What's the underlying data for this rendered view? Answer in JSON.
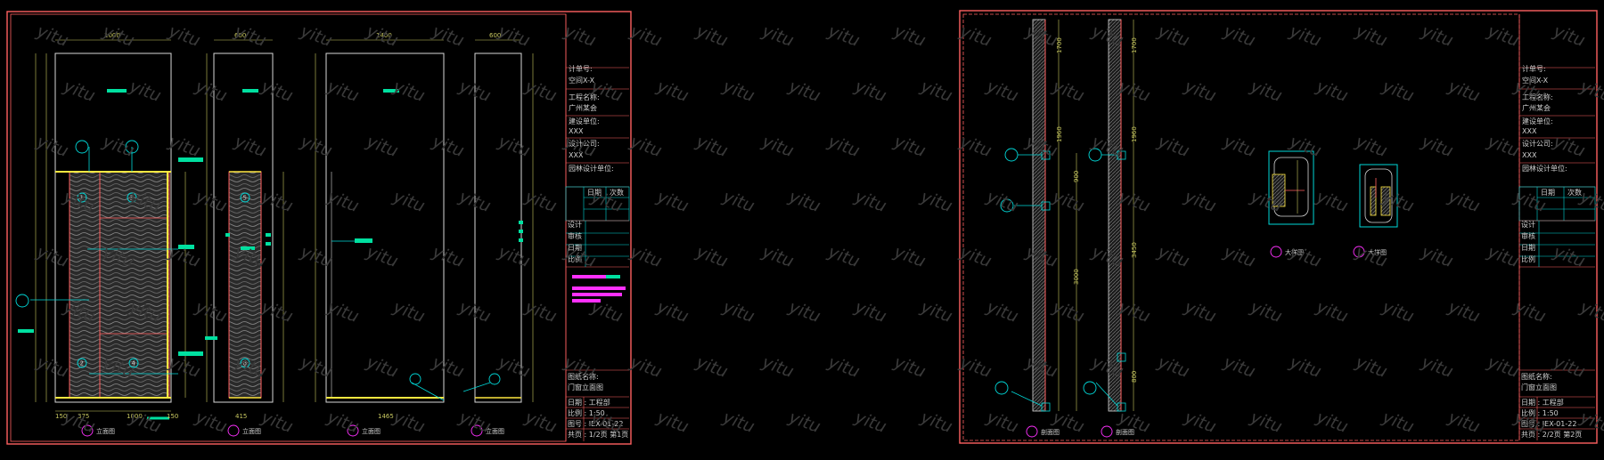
{
  "watermark": "yitu",
  "colors": {
    "frame": "#ff6060",
    "dim": "#c8c860",
    "cyan": "#00d8d8",
    "green": "#00e0a0",
    "magenta": "#ff30ff",
    "yellow": "#ffe840",
    "white": "#d8d8d8",
    "wood": "#5a5a5a"
  },
  "sheet1": {
    "dims_top": [
      "1000",
      "600",
      "1400",
      "600"
    ],
    "dims_bottom": [
      "150",
      "375",
      "1000",
      "150",
      "415",
      "1465"
    ],
    "titleblock": {
      "rows": [
        "计单号:",
        "空间X-X",
        "工程名称:",
        "广州某会",
        "建设单位:",
        "XXX",
        "设计公司:",
        "XXX",
        "园林设计单位:"
      ],
      "sign_labels": [
        "设计",
        "审核",
        "日期",
        "比例"
      ],
      "sign_cols": [
        "日期",
        "次数"
      ],
      "footer": [
        "图纸名称:",
        "门窗立面图",
        "日期 : 工程部",
        "比例 : 1:50",
        "图号 : IEX-01-22",
        "共页 : 1/2页 第1页"
      ]
    },
    "callout_numbers": [
      "1",
      "2",
      "3",
      "4",
      "5",
      "6"
    ],
    "view_labels": [
      "立面图",
      "立面图",
      "立面图",
      "立面图"
    ]
  },
  "sheet2": {
    "dims": [
      "1700",
      "1960",
      "900",
      "3000",
      "1700",
      "1960",
      "3450",
      "800"
    ],
    "titleblock": {
      "rows": [
        "计单号:",
        "空间X-X",
        "工程名称:",
        "广州某会",
        "建设单位:",
        "XXX",
        "设计公司:",
        "XXX",
        "园林设计单位:"
      ],
      "sign_labels": [
        "设计",
        "审核",
        "日期",
        "比例"
      ],
      "sign_cols": [
        "日期",
        "次数"
      ],
      "footer": [
        "图纸名称:",
        "门窗立面图",
        "日期 : 工程部",
        "比例 : 1:50",
        "图号 : IEX-01-22",
        "共页 : 2/2页 第2页"
      ]
    },
    "detail_labels": [
      "大样图",
      "大样图"
    ],
    "view_labels": [
      "剖面图",
      "剖面图"
    ]
  }
}
